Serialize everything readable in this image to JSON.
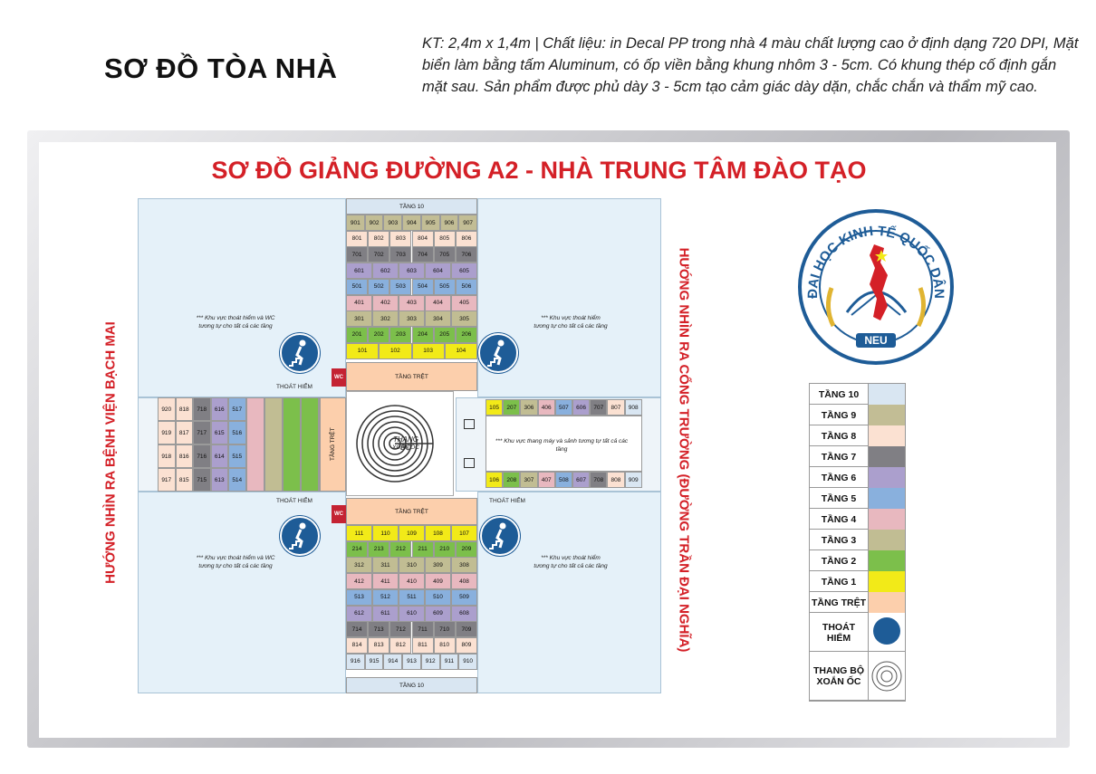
{
  "header": {
    "title": "SƠ ĐỒ TÒA NHÀ",
    "desc": "KT: 2,4m x 1,4m  |  Chất liệu: in Decal PP trong nhà 4 màu chất lượng cao ở định dạng 720 DPI, Mặt biển làm bằng tấm Aluminum, có ốp viền bằng khung nhôm 3 - 5cm. Có khung thép cố định gắn mặt sau. Sản phẩm được phủ dày 3 - 5cm tạo cảm giác dày dặn, chắc chắn và thẩm mỹ cao."
  },
  "board": {
    "title": "SƠ ĐỒ GIẢNG ĐƯỜNG A2 - NHÀ TRUNG TÂM ĐÀO TẠO",
    "side_left": "HƯỚNG NHÌN RA BỆNH VIỆN BẠCH MAI",
    "side_right": "HƯỚNG NHÌN RA CỔNG TRƯỜNG (ĐƯỜNG TRẦN ĐẠI NGHĨA)"
  },
  "colors": {
    "floor10": "#d9e6f2",
    "floor9": "#c2bd95",
    "floor8": "#fbe1d2",
    "floor7": "#807f84",
    "floor6": "#ab9fcd",
    "floor5": "#89b0dd",
    "floor4": "#e8b8bf",
    "floor3": "#c1bd93",
    "floor2": "#7cbf4b",
    "floor1": "#f2ea18",
    "ground": "#fccfac",
    "accent": "#d42027",
    "escape": "#1e5c97",
    "wc": "#c42333"
  },
  "plan": {
    "north_top_label": "TẦNG 10",
    "north_bottom_label": "TẦNG TRỆT",
    "south_top_label": "TẦNG TRỆT",
    "south_bottom_label": "TẦNG 10",
    "west_ground_label": "TẦNG TRỆT",
    "north_rows": [
      {
        "floor": "floor9",
        "rooms": [
          "901",
          "902",
          "903",
          "904",
          "905",
          "906",
          "907"
        ]
      },
      {
        "floor": "floor8",
        "rooms": [
          "801",
          "802",
          "803",
          "804",
          "805",
          "806"
        ]
      },
      {
        "floor": "floor7",
        "rooms": [
          "701",
          "702",
          "703",
          "704",
          "705",
          "706"
        ]
      },
      {
        "floor": "floor6",
        "rooms": [
          "601",
          "602",
          "603",
          "604",
          "605"
        ]
      },
      {
        "floor": "floor5",
        "rooms": [
          "501",
          "502",
          "503",
          "504",
          "505",
          "506"
        ]
      },
      {
        "floor": "floor4",
        "rooms": [
          "401",
          "402",
          "403",
          "404",
          "405"
        ]
      },
      {
        "floor": "floor3",
        "rooms": [
          "301",
          "302",
          "303",
          "304",
          "305"
        ]
      },
      {
        "floor": "floor2",
        "rooms": [
          "201",
          "202",
          "203",
          "204",
          "205",
          "206"
        ]
      },
      {
        "floor": "floor1",
        "rooms": [
          "101",
          "102",
          "103",
          "104"
        ]
      }
    ],
    "south_rows": [
      {
        "floor": "floor1",
        "rooms": [
          "111",
          "110",
          "109",
          "108",
          "107"
        ]
      },
      {
        "floor": "floor2",
        "rooms": [
          "214",
          "213",
          "212",
          "211",
          "210",
          "209"
        ]
      },
      {
        "floor": "floor3",
        "rooms": [
          "312",
          "311",
          "310",
          "309",
          "308"
        ]
      },
      {
        "floor": "floor4",
        "rooms": [
          "412",
          "411",
          "410",
          "409",
          "408"
        ]
      },
      {
        "floor": "floor5",
        "rooms": [
          "513",
          "512",
          "511",
          "510",
          "509"
        ]
      },
      {
        "floor": "floor6",
        "rooms": [
          "612",
          "611",
          "610",
          "609",
          "608"
        ]
      },
      {
        "floor": "floor7",
        "rooms": [
          "714",
          "713",
          "712",
          "711",
          "710",
          "709"
        ]
      },
      {
        "floor": "floor8",
        "rooms": [
          "814",
          "813",
          "812",
          "811",
          "810",
          "809"
        ]
      },
      {
        "floor": "floor10",
        "rooms": [
          "916",
          "915",
          "914",
          "913",
          "912",
          "911",
          "910"
        ]
      }
    ],
    "west_cols": [
      {
        "floor": "floor8",
        "rooms": [
          "920",
          "919",
          "918",
          "917"
        ]
      },
      {
        "floor": "floor8",
        "rooms": [
          "818",
          "817",
          "816",
          "815"
        ]
      },
      {
        "floor": "floor7",
        "rooms": [
          "718",
          "717",
          "716",
          "715"
        ]
      },
      {
        "floor": "floor6",
        "rooms": [
          "616",
          "615",
          "614",
          "613"
        ]
      },
      {
        "floor": "floor5",
        "rooms": [
          "517",
          "516",
          "515",
          "514"
        ]
      }
    ],
    "west_bands": [
      "floor4",
      "floor3",
      "floor2",
      "floor2",
      "floor1"
    ],
    "east_top": {
      "rooms": [
        "105",
        "207",
        "306",
        "406",
        "507",
        "606",
        "707",
        "807",
        "908"
      ],
      "floors": [
        "floor1",
        "floor2",
        "floor3",
        "floor4",
        "floor5",
        "floor6",
        "floor7",
        "floor8",
        "floor10"
      ]
    },
    "east_bottom": {
      "rooms": [
        "106",
        "208",
        "307",
        "407",
        "508",
        "607",
        "708",
        "808",
        "909"
      ],
      "floors": [
        "floor1",
        "floor2",
        "floor3",
        "floor4",
        "floor5",
        "floor6",
        "floor7",
        "floor8",
        "floor10"
      ]
    },
    "note_wc": "*** Khu vực thoát hiểm và WC\ntương tự cho tất cả các tầng",
    "note_escape": "*** Khu vực thoát hiểm\ntương tự cho tất cả các tầng",
    "note_elevator": "*** Khu vực thang máy và sảnh\ntương tự tất cả các tầng",
    "thoat_hiem": "THOÁT HIỂM",
    "wc": "WC",
    "stair_label1": "THANG BỘ",
    "stair_label2": "XOẮN ỐC"
  },
  "logo": {
    "ring_text": "ĐẠI HỌC KINH TẾ QUỐC DÂN",
    "abbr": "NEU"
  },
  "legend": [
    {
      "label": "TẦNG 10",
      "floor": "floor10"
    },
    {
      "label": "TẦNG 9",
      "floor": "floor9"
    },
    {
      "label": "TẦNG 8",
      "floor": "floor8"
    },
    {
      "label": "TẦNG 7",
      "floor": "floor7"
    },
    {
      "label": "TẦNG 6",
      "floor": "floor6"
    },
    {
      "label": "TẦNG 5",
      "floor": "floor5"
    },
    {
      "label": "TẦNG 4",
      "floor": "floor4"
    },
    {
      "label": "TẦNG 3",
      "floor": "floor3"
    },
    {
      "label": "TẦNG 2",
      "floor": "floor2"
    },
    {
      "label": "TẦNG 1",
      "floor": "floor1"
    },
    {
      "label": "TẦNG TRỆT",
      "floor": "ground"
    },
    {
      "label": "THOÁT HIỂM",
      "icon": "escape-icon"
    },
    {
      "label": "THANG BỘ XOẮN ỐC",
      "icon": "spiral-stair-icon"
    }
  ]
}
